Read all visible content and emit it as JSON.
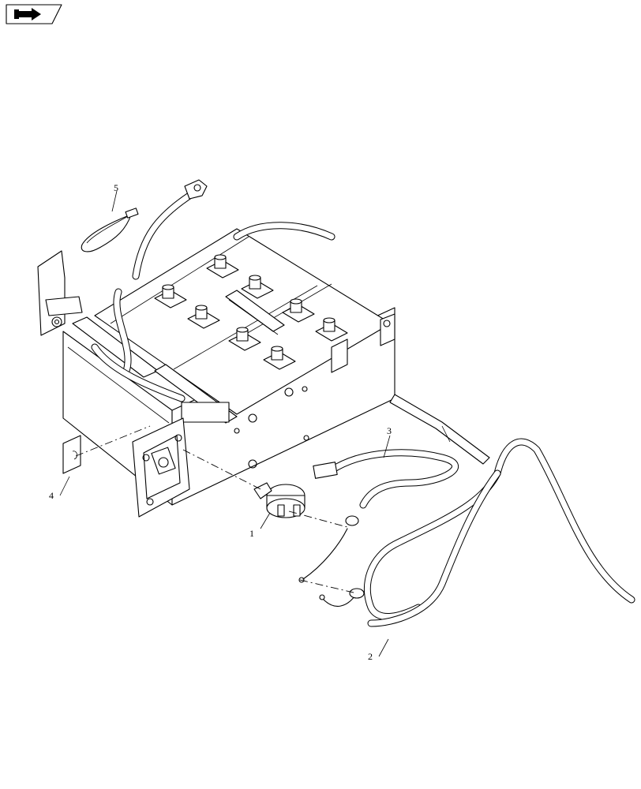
{
  "callouts": [
    {
      "id": "callout-1",
      "label": "1"
    },
    {
      "id": "callout-2",
      "label": "2"
    },
    {
      "id": "callout-3",
      "label": "3"
    },
    {
      "id": "callout-4",
      "label": "4"
    },
    {
      "id": "callout-5",
      "label": "5"
    }
  ],
  "nav_icon": "arrow-right-icon"
}
